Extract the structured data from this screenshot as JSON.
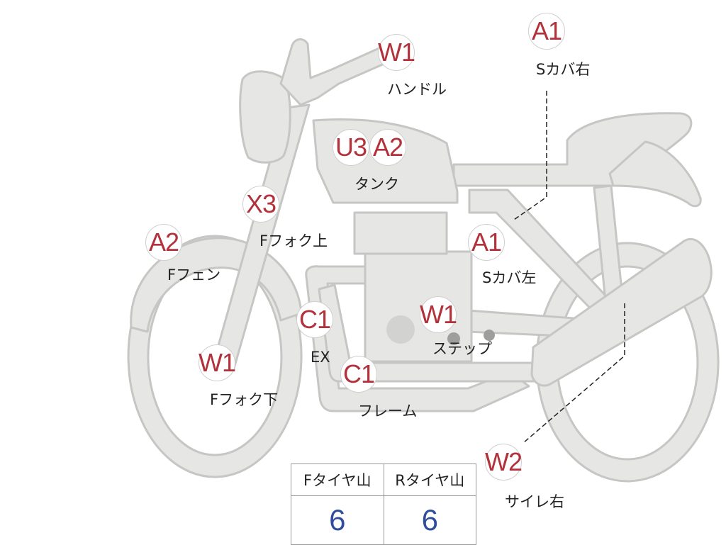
{
  "colors": {
    "body_fill": "#e6e6e4",
    "body_stroke": "#c6c6c4",
    "marker_text": "#b3313a",
    "table_value": "#2f4d9c"
  },
  "parts": [
    {
      "id": "handle",
      "code": "W1",
      "label": "ハンドル"
    },
    {
      "id": "s-cover-right",
      "code": "A1",
      "label": "Sカバ右"
    },
    {
      "id": "tank-u",
      "code": "U3",
      "label": ""
    },
    {
      "id": "tank-a",
      "code": "A2",
      "label": "タンク"
    },
    {
      "id": "f-fork-upper",
      "code": "X3",
      "label": "Fフォク上"
    },
    {
      "id": "f-fender",
      "code": "A2",
      "label": "Fフェン"
    },
    {
      "id": "s-cover-left",
      "code": "A1",
      "label": "Sカバ左"
    },
    {
      "id": "exhaust",
      "code": "C1",
      "label": "EX"
    },
    {
      "id": "step",
      "code": "W1",
      "label": "ステップ"
    },
    {
      "id": "f-fork-lower",
      "code": "W1",
      "label": "Fフォク下"
    },
    {
      "id": "frame",
      "code": "C1",
      "label": "フレーム"
    },
    {
      "id": "silencer-right",
      "code": "W2",
      "label": "サイレ右"
    }
  ],
  "tire_table": {
    "headers": [
      "Fタイヤ山",
      "Rタイヤ山"
    ],
    "values": [
      "6",
      "6"
    ]
  }
}
